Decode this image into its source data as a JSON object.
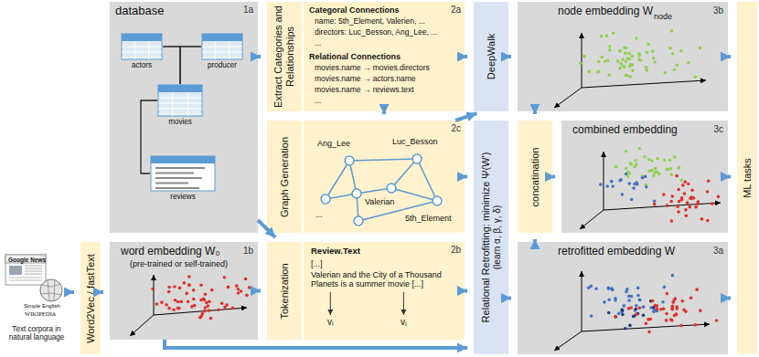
{
  "diagram": {
    "nodes": [
      {
        "text": [
          "database",
          "1a"
        ]
      },
      {
        "text": [
          "actors"
        ],
        "in": 0
      },
      {
        "text": [
          "producer"
        ],
        "in": 0
      },
      {
        "text": [
          "movies"
        ],
        "in": 0
      },
      {
        "text": [
          "reviews"
        ],
        "in": 0
      },
      {
        "text": [
          "Extract Categories and Relationships"
        ]
      },
      {
        "text": [
          "Categoral Connections",
          "name: 5th_Element, Valerien, ...",
          "directors: Luc_Besson, Ang_Lee, ...",
          "...",
          "Relational Connections",
          "movies.name → movies.directors",
          "movies.name → actors.name",
          "movies.name → reviews.text",
          "...",
          "2a"
        ]
      },
      {
        "text": [
          "DeepWalk"
        ]
      },
      {
        "text": [
          "node embedding W",
          "node",
          "3b"
        ]
      },
      {
        "text": [
          "ML tasks"
        ]
      },
      {
        "text": [
          "Graph Generation"
        ]
      },
      {
        "text": [
          "Ang_Lee",
          "Luc_Besson",
          "Valerian",
          "...",
          "5th_Element",
          "2c"
        ]
      },
      {
        "text": [
          "Relational Retrofitting: minimize Ψ(W')",
          "(learn α, β, γ, δ)"
        ]
      },
      {
        "text": [
          "concatination"
        ]
      },
      {
        "text": [
          "combined embedding",
          "3c"
        ]
      },
      {
        "text": [
          "Text corpora in natural language"
        ]
      },
      {
        "text": [
          "Word2Vec / fastText"
        ]
      },
      {
        "text": [
          "word embedding W₀",
          "(pre-trained or self-trained)",
          "1b"
        ]
      },
      {
        "text": [
          "Tokenization"
        ]
      },
      {
        "text": [
          "Review.Text",
          "[...]",
          "Valerian and the City of a Thousand Planets is a summer movie [...]",
          "vᵢ",
          "vⱼ",
          "2b"
        ]
      },
      {
        "text": [
          "retrofitted embedding W",
          "3a"
        ]
      }
    ],
    "edges": [
      {
        "from": 1,
        "to": 3,
        "arrow": "none"
      },
      {
        "from": 2,
        "to": 3,
        "arrow": "none"
      },
      {
        "from": 3,
        "to": 4,
        "arrow": "none"
      },
      {
        "from": 0,
        "to": 5,
        "arrow": "to"
      },
      {
        "from": 0,
        "to": 18,
        "arrow": "to"
      },
      {
        "from": 15,
        "to": 16,
        "arrow": "to"
      },
      {
        "from": 16,
        "to": 17,
        "arrow": "to"
      },
      {
        "from": 17,
        "to": 18,
        "arrow": "to"
      },
      {
        "from": 17,
        "to": 12,
        "arrow": "to"
      },
      {
        "from": 6,
        "to": 11,
        "arrow": "to"
      },
      {
        "from": 6,
        "to": 7,
        "arrow": "to"
      },
      {
        "from": 11,
        "to": 7,
        "arrow": "to"
      },
      {
        "from": 11,
        "to": 12,
        "arrow": "to"
      },
      {
        "from": 19,
        "to": 12,
        "arrow": "to"
      },
      {
        "from": 7,
        "to": 8,
        "arrow": "to"
      },
      {
        "from": 12,
        "to": 20,
        "arrow": "to"
      },
      {
        "from": 8,
        "to": 13,
        "arrow": "to"
      },
      {
        "from": 20,
        "to": 13,
        "arrow": "to"
      },
      {
        "from": 13,
        "to": 14,
        "arrow": "to"
      },
      {
        "from": 8,
        "to": 9,
        "arrow": "to"
      },
      {
        "from": 14,
        "to": 9,
        "arrow": "to"
      },
      {
        "from": 20,
        "to": 9,
        "arrow": "to"
      }
    ],
    "labels": [
      "Google News",
      "Simple English",
      "WIKIPEDIA"
    ]
  }
}
